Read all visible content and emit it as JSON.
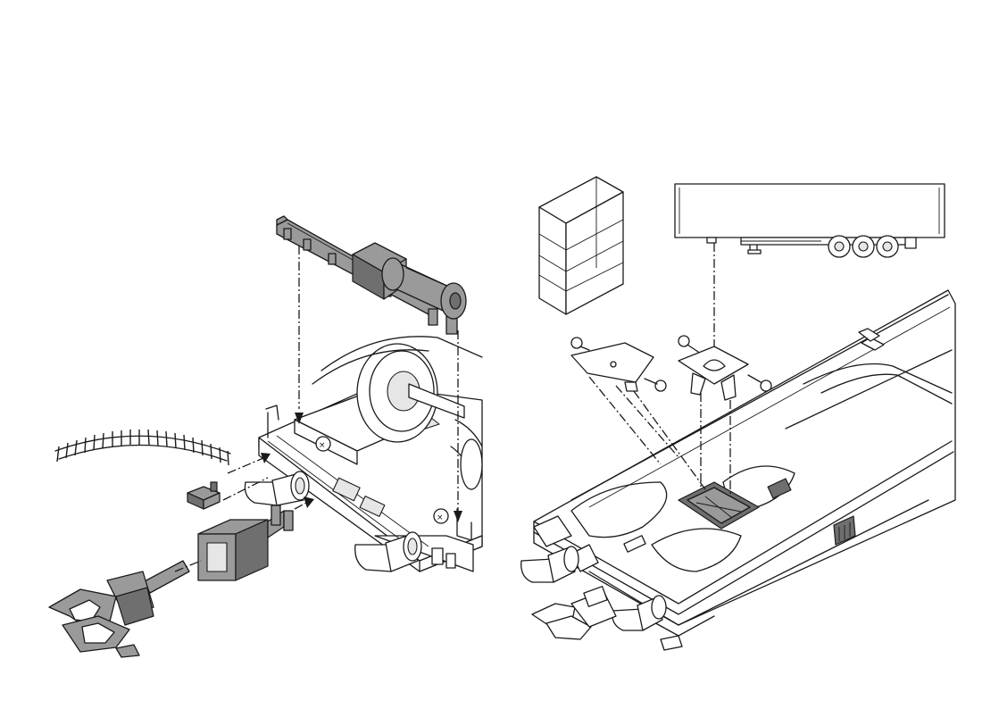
{
  "figure": {
    "left_panel": {
      "parts": [
        "decoder-board",
        "motor",
        "track-section",
        "coupler-pocket",
        "coupler-box",
        "coupler",
        "buffer"
      ]
    },
    "right_panel": {
      "parts": [
        "glass-cabinet-load",
        "semitrailer-load",
        "load-adapter-plate",
        "load-adapter-clip",
        "wagon-frame",
        "decoder-socket"
      ]
    },
    "colors": {
      "line": "#1a1a1a",
      "part_fill": "#9a9a9a",
      "part_dark": "#6f6f6f",
      "background": "#ffffff"
    }
  }
}
